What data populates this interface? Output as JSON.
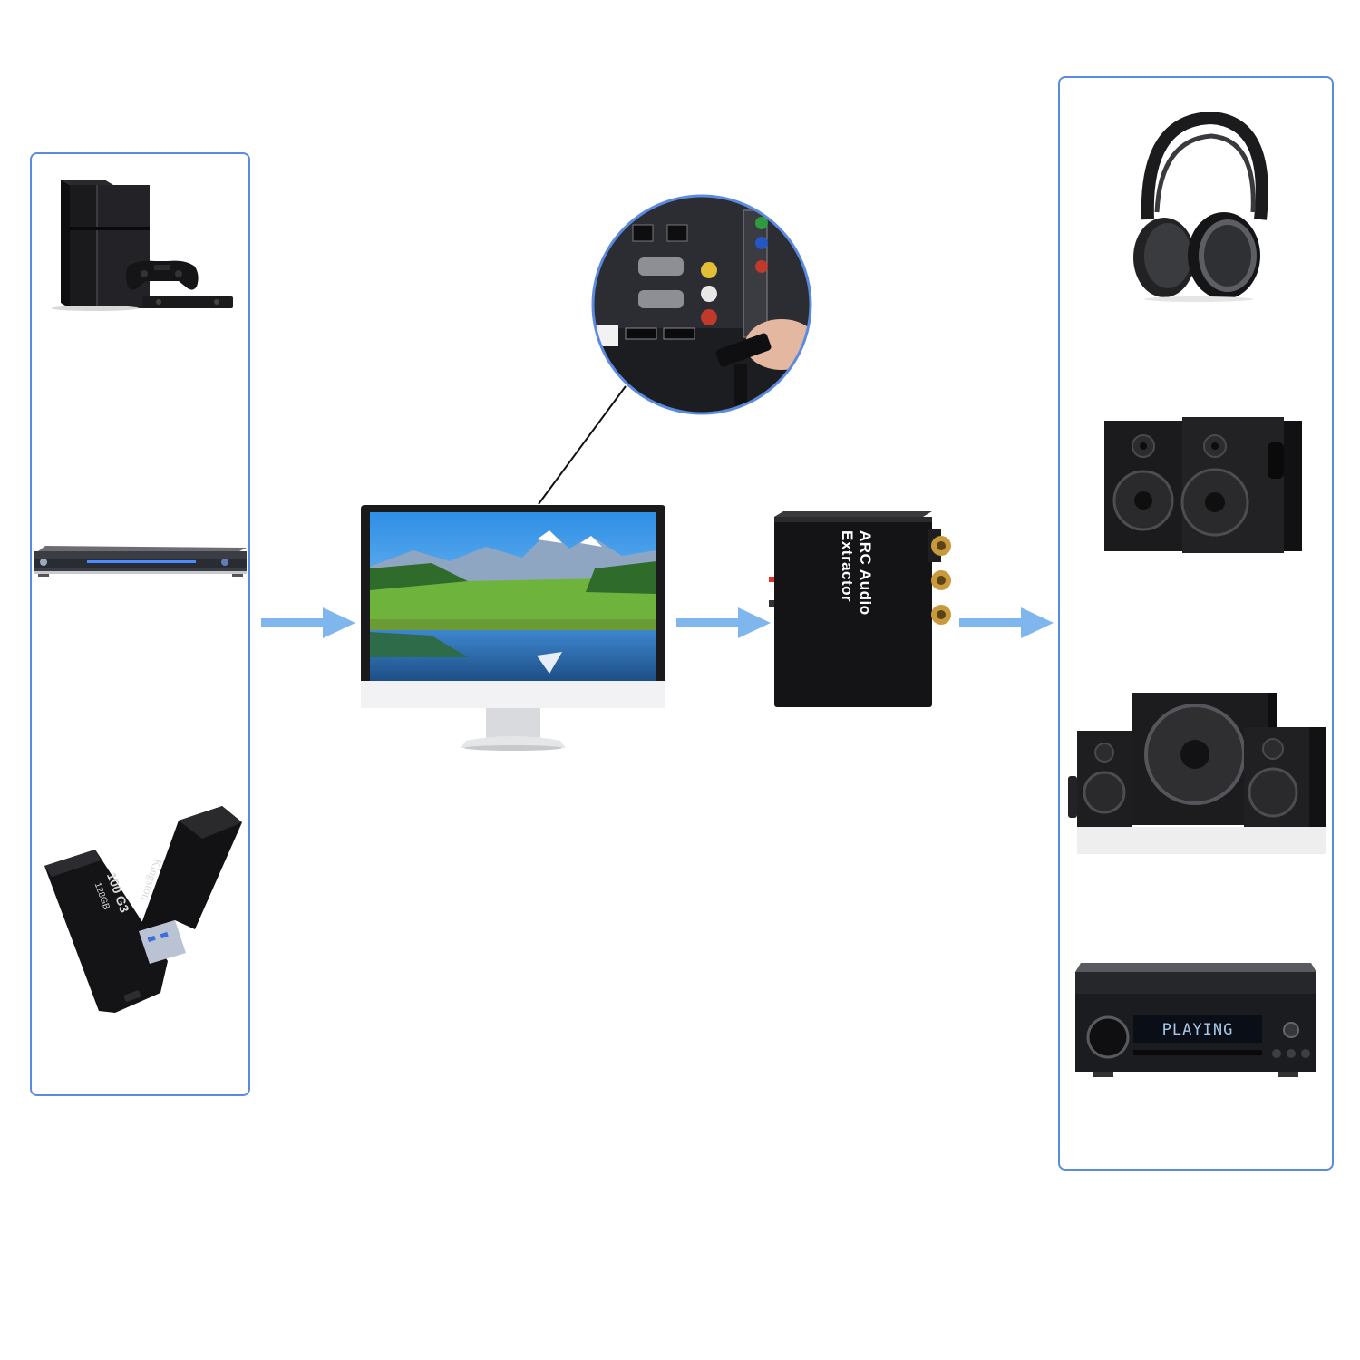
{
  "extractor": {
    "label": "ARC Audio Extractor"
  },
  "amplifier": {
    "display_text": "PLAYING"
  },
  "usb": {
    "brand": "Kingston",
    "model": "100 G3",
    "capacity": "128GB"
  },
  "colors": {
    "panel_border": "#5b8be0",
    "arrow": "#7fb6ee"
  },
  "sources": [
    "game-console",
    "dvd-player",
    "usb-flash-drive"
  ],
  "outputs": [
    "headphones",
    "bookshelf-speakers",
    "speaker-system",
    "av-receiver"
  ]
}
